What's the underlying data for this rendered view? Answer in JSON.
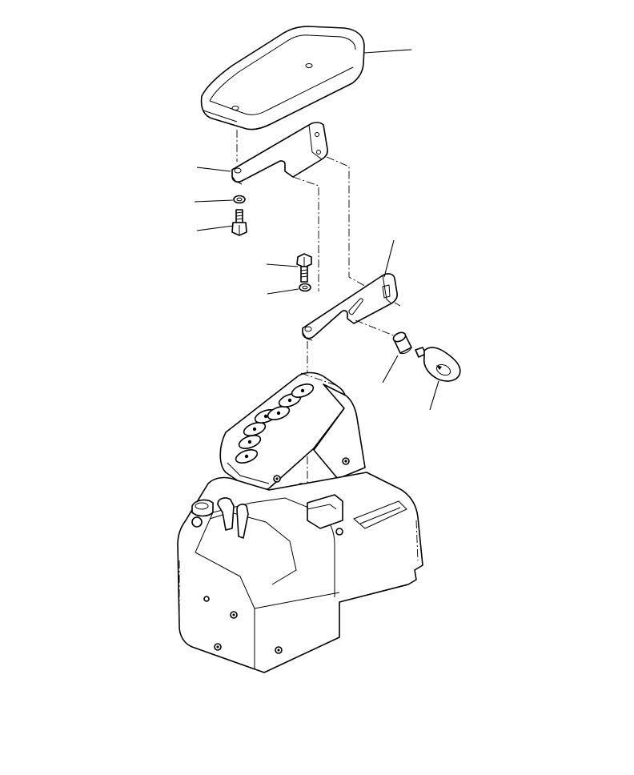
{
  "diagram": {
    "parts": [
      {
        "id": "armrest-cushion"
      },
      {
        "id": "upper-bracket"
      },
      {
        "id": "washer-upper"
      },
      {
        "id": "bolt-upper"
      },
      {
        "id": "bolt-lower"
      },
      {
        "id": "washer-lower"
      },
      {
        "id": "lower-bracket"
      },
      {
        "id": "spacer-collar"
      },
      {
        "id": "knob"
      },
      {
        "id": "control-console"
      }
    ],
    "colors": {
      "stroke": "#000000",
      "background": "#ffffff"
    }
  }
}
